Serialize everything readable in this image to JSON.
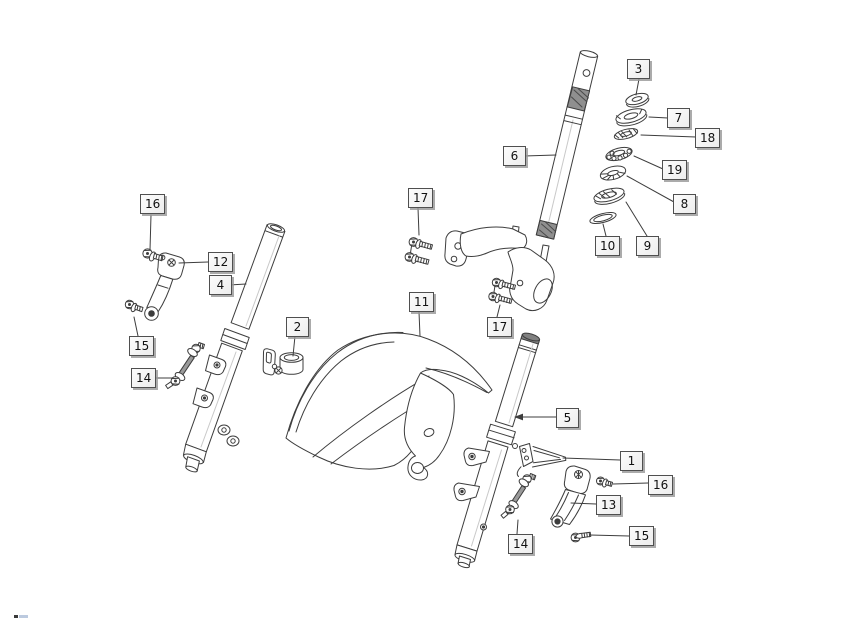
{
  "diagram": {
    "callouts": {
      "1": "1",
      "2": "2",
      "3": "3",
      "4": "4",
      "5": "5",
      "6": "6",
      "7": "7",
      "8": "8",
      "9": "9",
      "10": "10",
      "11": "11",
      "12": "12",
      "13": "13",
      "14": "14",
      "15": "15",
      "16": "16",
      "17": "17",
      "18": "18",
      "19": "19"
    },
    "colors": {
      "background": "#ffffff",
      "line": "#3d3d3d",
      "knurl_fill": "#8f8f8f",
      "rod_fill": "#9a9a9a",
      "label_background": "#f2f2f2",
      "label_border": "#4f4f4f",
      "label_shadow": "#969696",
      "label_text": "#111111"
    }
  }
}
